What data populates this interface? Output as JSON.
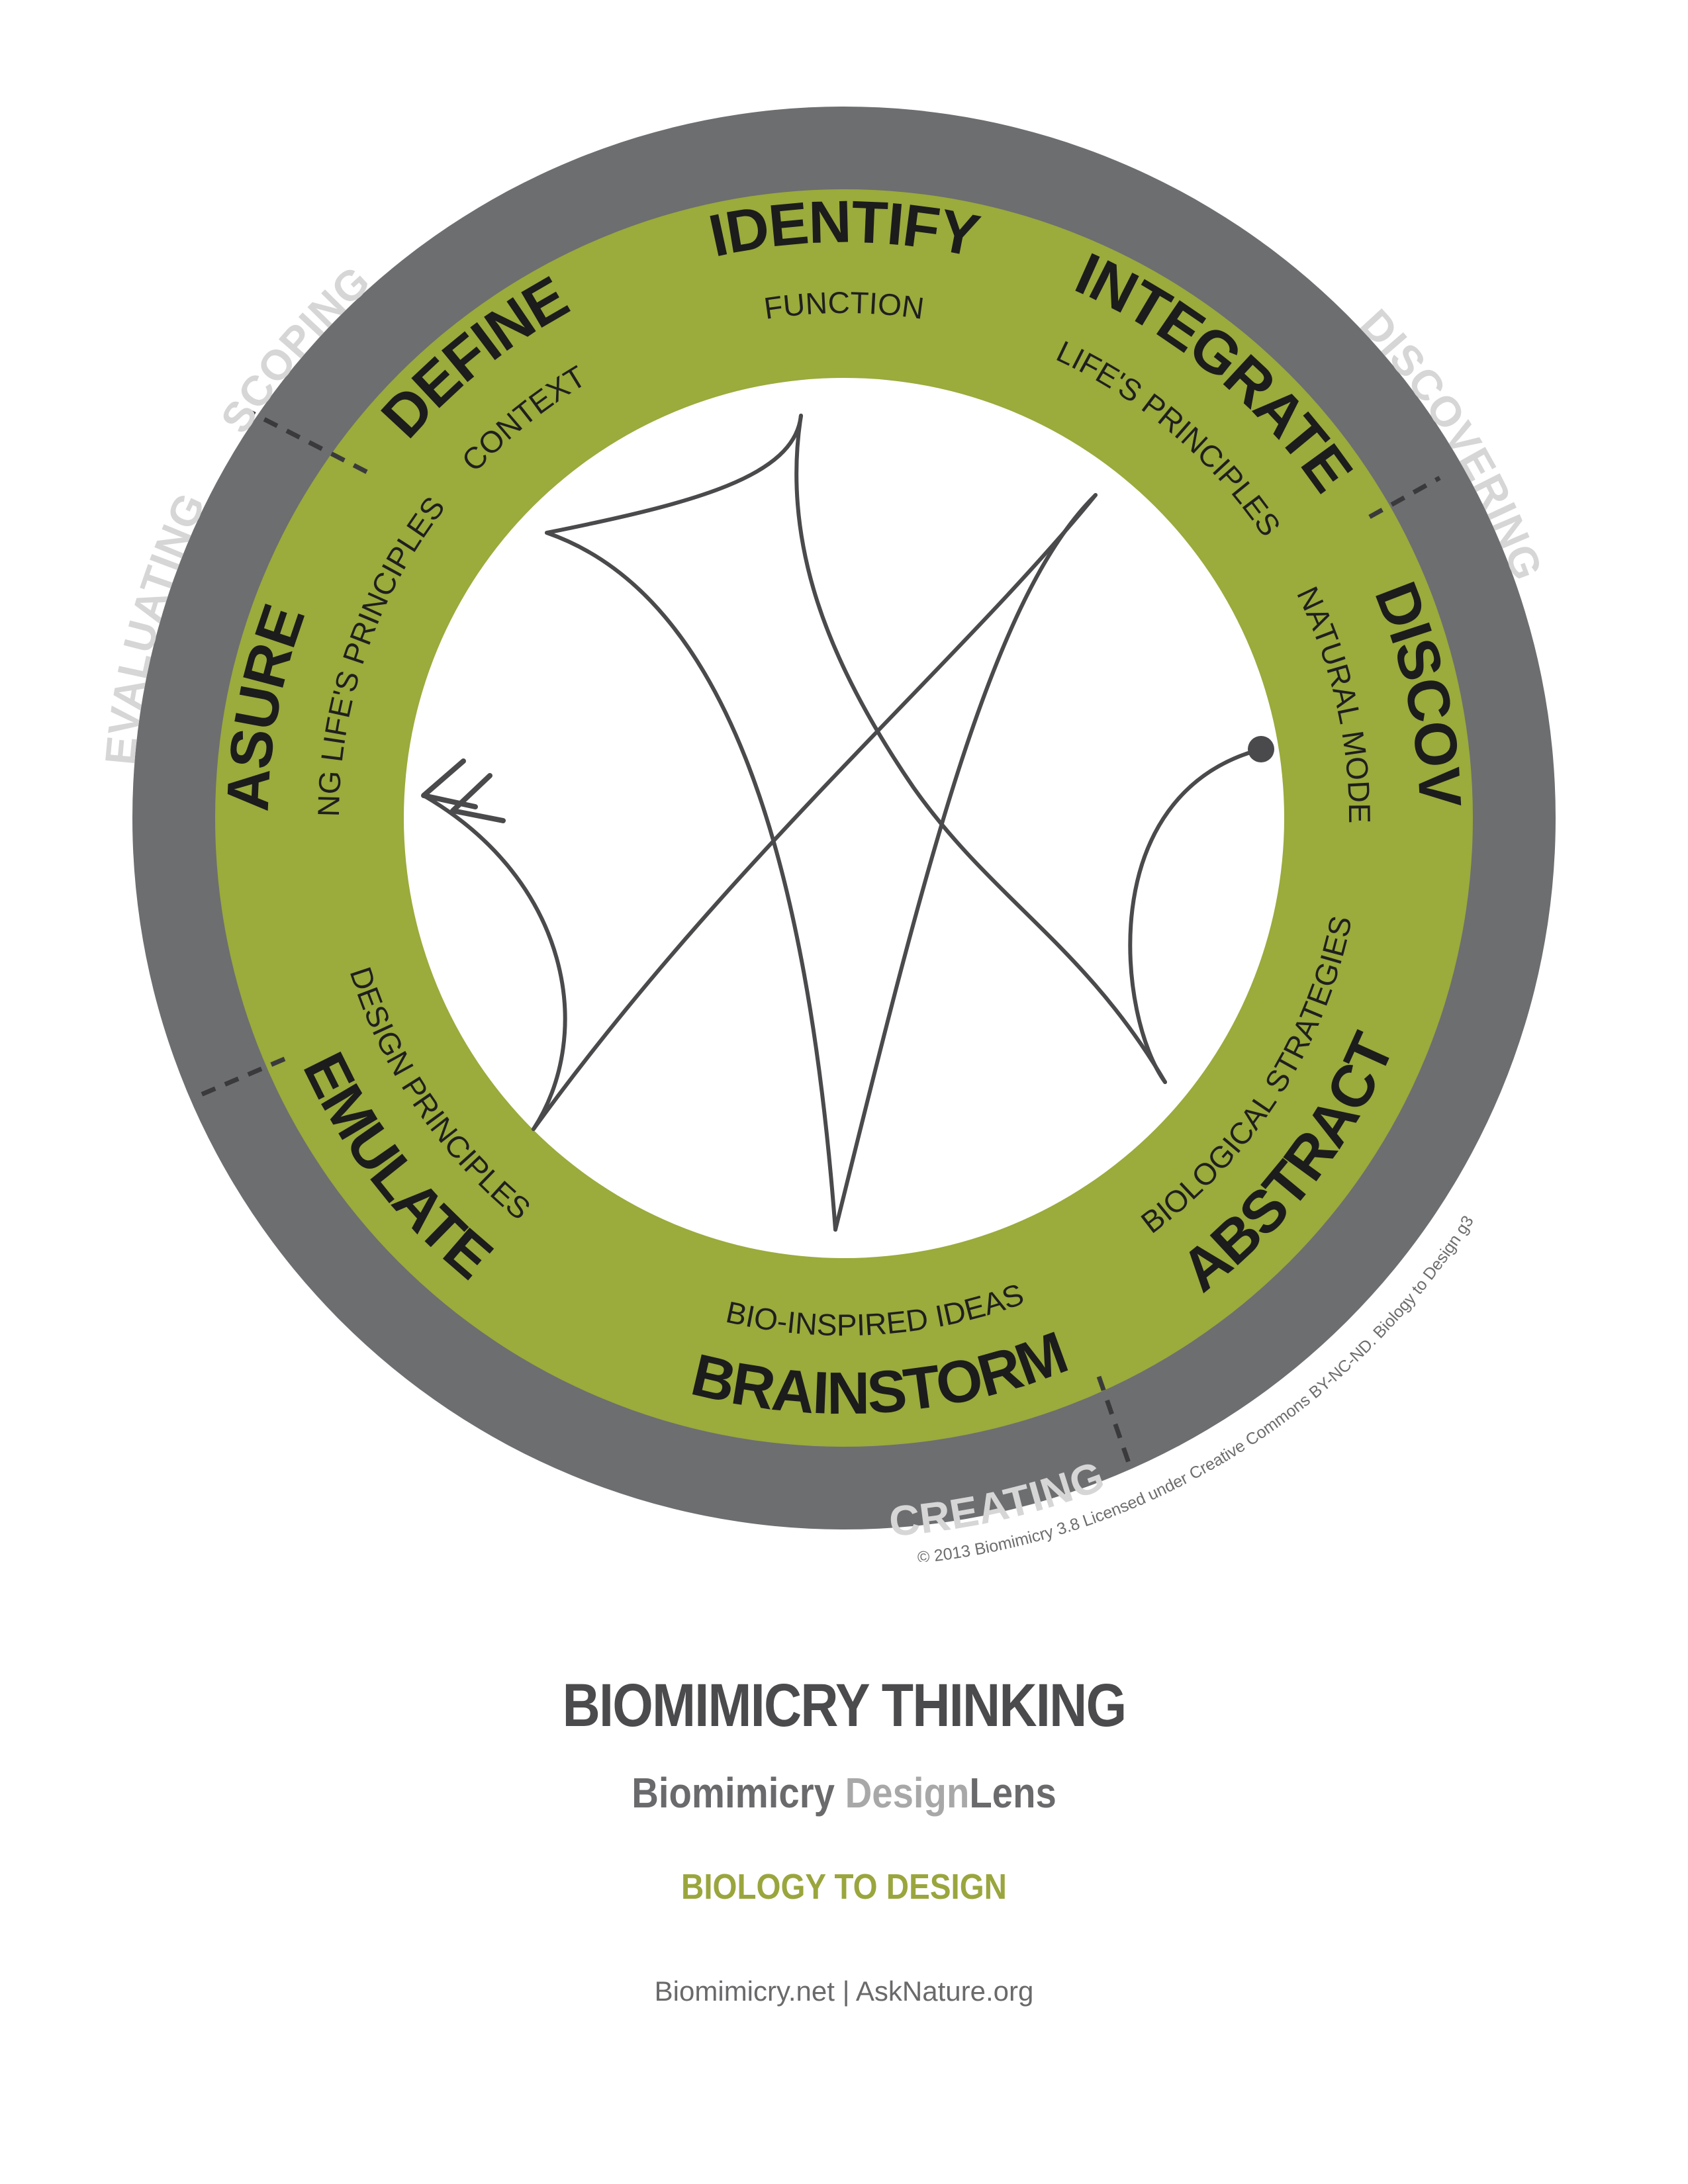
{
  "colors": {
    "outer_ring": "#6d6e70",
    "green_ring": "#9bab3c",
    "quadrant_text": "#d6d6d6",
    "phase_text": "#1c1c1c",
    "path_lines": "#4a4a4c",
    "title": "#4b4b4d",
    "section": "#9aa63d"
  },
  "quadrants": [
    {
      "key": "scoping",
      "label": "SCOPING"
    },
    {
      "key": "discovering",
      "label": "DISCOVERING"
    },
    {
      "key": "creating",
      "label": "CREATING"
    },
    {
      "key": "evaluating",
      "label": "EVALUATING"
    }
  ],
  "phases": [
    {
      "key": "identify",
      "title": "IDENTIFY",
      "subtitle": "FUNCTION"
    },
    {
      "key": "integrate",
      "title": "INTEGRATE",
      "subtitle": "LIFE'S PRINCIPLES"
    },
    {
      "key": "discover",
      "title": "DISCOVER",
      "subtitle": "NATURAL MODELS"
    },
    {
      "key": "abstract",
      "title": "ABSTRACT",
      "subtitle": "BIOLOGICAL STRATEGIES"
    },
    {
      "key": "brainstorm",
      "title": "BRAINSTORM",
      "subtitle": "BIO-INSPIRED IDEAS"
    },
    {
      "key": "emulate",
      "title": "EMULATE",
      "subtitle": "DESIGN PRINCIPLES"
    },
    {
      "key": "measure",
      "title": "MEASURE",
      "subtitle": "USING LIFE'S PRINCIPLES"
    },
    {
      "key": "define",
      "title": "DEFINE",
      "subtitle": "CONTEXT"
    }
  ],
  "credit": "© 2013 Biomimicry 3.8   Licensed under Creative Commons BY-NC-ND. Biology to Design g3",
  "footer": {
    "title": "BIOMIMICRY THINKING",
    "subtitle_part1": "Biomimicry ",
    "subtitle_part2": "Design",
    "subtitle_part3": "Lens",
    "section": "BIOLOGY TO DESIGN",
    "links": "Biomimicry.net | AskNature.org"
  }
}
